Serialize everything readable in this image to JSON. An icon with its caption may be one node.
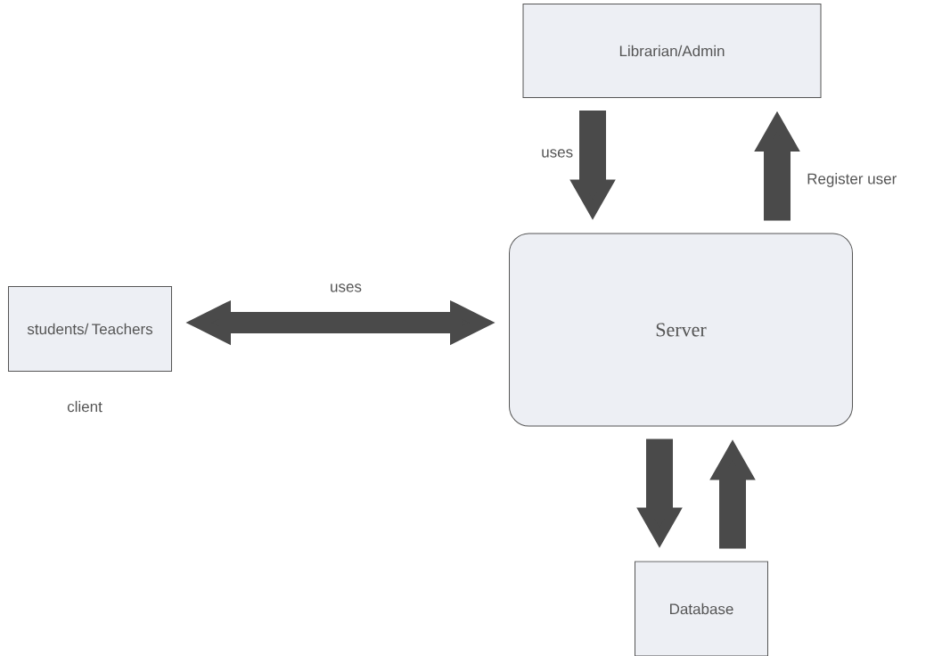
{
  "diagram": {
    "nodes": [
      {
        "text": [
          "Librarian/Admin"
        ]
      },
      {
        "text": [
          "Server"
        ]
      },
      {
        "text": [
          "students/ Teachers"
        ],
        "beside": [
          "client"
        ]
      },
      {
        "text": [
          "Database"
        ]
      }
    ],
    "edges": [
      {
        "from": 0,
        "to": 1,
        "arrow": "to",
        "label": "uses"
      },
      {
        "from": 1,
        "to": 0,
        "arrow": "to",
        "label": "Register user"
      },
      {
        "from": 2,
        "to": 1,
        "arrow": "both",
        "label": "uses"
      },
      {
        "from": 1,
        "to": 3,
        "arrow": "to"
      },
      {
        "from": 3,
        "to": 1,
        "arrow": "to"
      }
    ]
  }
}
